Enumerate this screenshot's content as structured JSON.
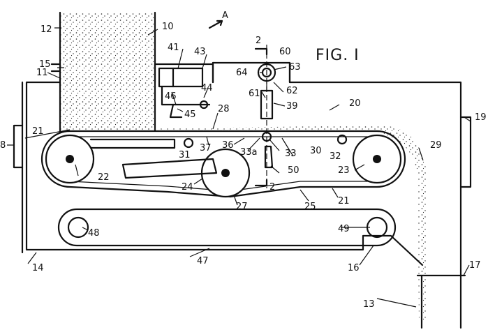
{
  "figure": {
    "title": "FIG. I",
    "assembly_letter": "A",
    "section_marks": [
      "2",
      "2"
    ],
    "labels": {
      "n8": "8",
      "n10": "10",
      "n11": "11",
      "n12": "12",
      "n13": "13",
      "n14": "14",
      "n15": "15",
      "n16": "16",
      "n17": "17",
      "n19": "19",
      "n20": "20",
      "n21a": "21",
      "n21b": "21",
      "n22": "22",
      "n23": "23",
      "n24": "24",
      "n25": "25",
      "n27": "27",
      "n28": "28",
      "n29": "29",
      "n30": "30",
      "n31": "31",
      "n32": "32",
      "n33": "33",
      "n33a": "33a",
      "n36": "36",
      "n37": "37",
      "n39": "39",
      "n41": "41",
      "n43": "43",
      "n44": "44",
      "n45": "45",
      "n46": "46",
      "n47": "47",
      "n48": "48",
      "n49": "49",
      "n50": "50",
      "n60": "60",
      "n61": "61",
      "n62": "62",
      "n63": "63",
      "n64": "64"
    }
  }
}
